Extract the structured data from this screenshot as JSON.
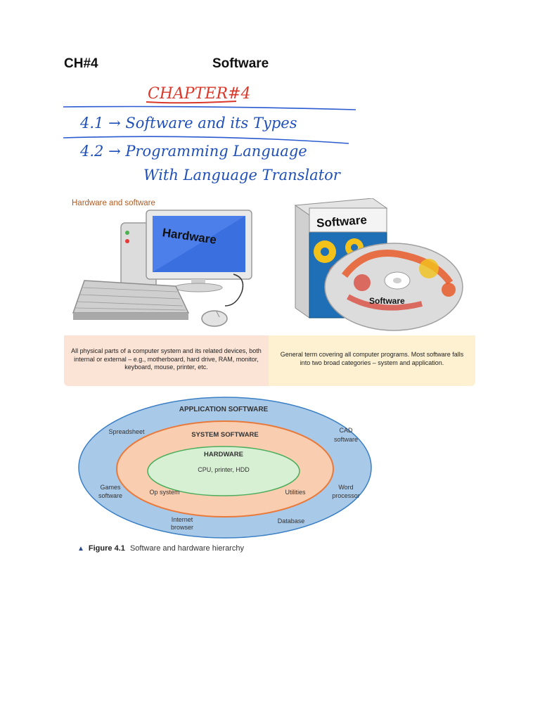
{
  "header": {
    "chapter": "CH#4",
    "title": "Software"
  },
  "notes": {
    "chapter": "CHAPTER#4",
    "lines": [
      "4.1 → Software and its Types",
      "4.2 → Programming Language",
      "With Language Translator"
    ]
  },
  "hw_sw": {
    "heading": "Hardware and software",
    "hardware_label": "Hardware",
    "software_box_label": "Software",
    "software_disc_label": "Software",
    "hardware_desc": "All physical parts of a computer system and its related devices, both internal or external – e.g., motherboard, hard drive, RAM, monitor, keyboard, mouse, printer, etc.",
    "software_desc": "General term covering all computer programs. Most software falls into two broad categories – system and application."
  },
  "diagram": {
    "outer": "APPLICATION SOFTWARE",
    "middle": "SYSTEM SOFTWARE",
    "inner": "HARDWARE",
    "inner_items": "CPU, printer, HDD",
    "items": {
      "spreadsheet": "Spreadsheet",
      "cad1": "CAD",
      "cad2": "software",
      "games1": "Games",
      "games2": "software",
      "word1": "Word",
      "word2": "processor",
      "internet1": "Internet",
      "internet2": "browser",
      "database": "Database",
      "opsystem": "Op system",
      "utilities": "Utilities"
    },
    "colors": {
      "outer": "#a9c9e8",
      "middle": "#f9cdb0",
      "inner": "#d7f0d3",
      "outer_stroke": "#3b7fc4",
      "middle_stroke": "#e87a3c",
      "inner_stroke": "#4cae5c"
    }
  },
  "caption": {
    "figure": "Figure 4.1",
    "text": "Software and hardware hierarchy"
  }
}
